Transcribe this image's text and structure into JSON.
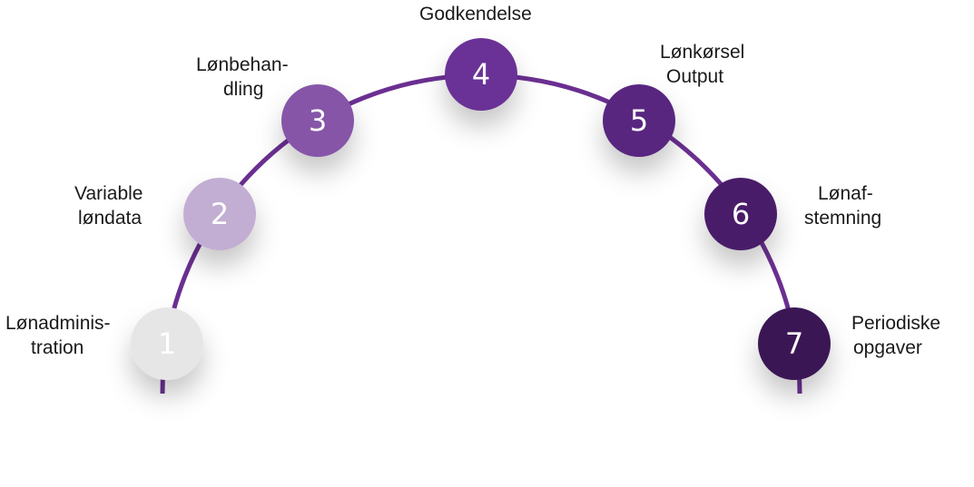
{
  "colors": {
    "arc": "#6a2f91",
    "text": "#1a1a1a"
  },
  "steps": [
    {
      "number": "1",
      "lines": [
        "Lønadminis-",
        "tration"
      ],
      "color": "#e6e6e6"
    },
    {
      "number": "2",
      "lines": [
        "Variable",
        "løndata"
      ],
      "color": "#c2aed3"
    },
    {
      "number": "3",
      "lines": [
        "Lønbehan-",
        "dling"
      ],
      "color": "#8655a8"
    },
    {
      "number": "4",
      "lines": [
        "Godkendelse"
      ],
      "color": "#6a3196"
    },
    {
      "number": "5",
      "lines": [
        "Lønkørsel",
        "Output"
      ],
      "color": "#58287f"
    },
    {
      "number": "6",
      "lines": [
        "Lønaf-",
        "stemning"
      ],
      "color": "#481f69"
    },
    {
      "number": "7",
      "lines": [
        "Periodiske",
        "opgaver"
      ],
      "color": "#3a1955"
    }
  ]
}
